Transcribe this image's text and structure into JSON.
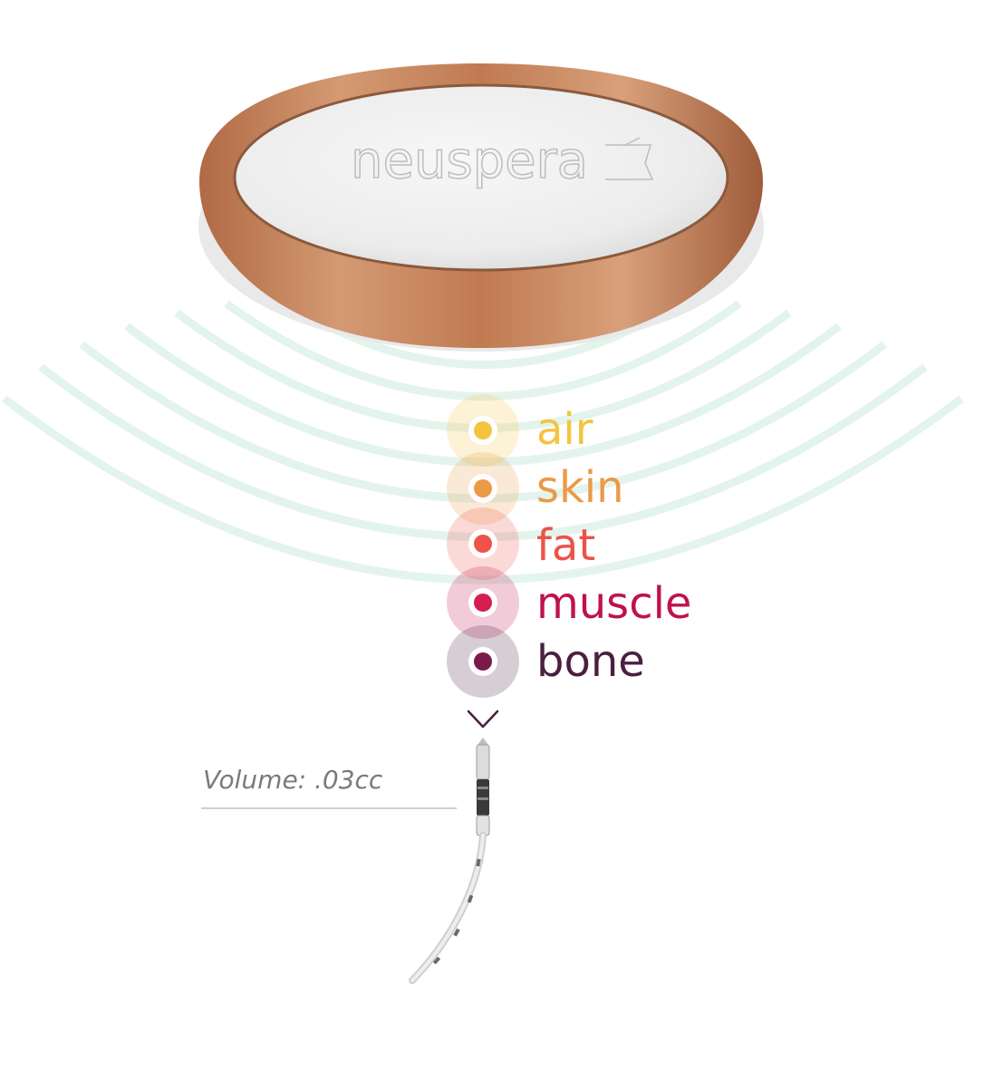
{
  "device": {
    "brand_text": "neuspera",
    "brand_icon": "neuspera-logo-mark-icon"
  },
  "layers": [
    {
      "label": "air",
      "color": "#f6c33f"
    },
    {
      "label": "skin",
      "color": "#eb9a48"
    },
    {
      "label": "fat",
      "color": "#ee5248"
    },
    {
      "label": "muscle",
      "color": "#c0124a"
    },
    {
      "label": "bone",
      "color": "#4a1f40"
    }
  ],
  "implant": {
    "volume_label": "Volume: .03cc"
  },
  "colors": {
    "wave": "#dff3ea",
    "casing": "#c87d55",
    "face": "#f1f1f1",
    "arrow_bottom": "#4a1f40",
    "leader_line": "#bdbdbd"
  },
  "icons": {
    "arrow": "arrow-down-icon",
    "implant": "implant-device-icon"
  }
}
